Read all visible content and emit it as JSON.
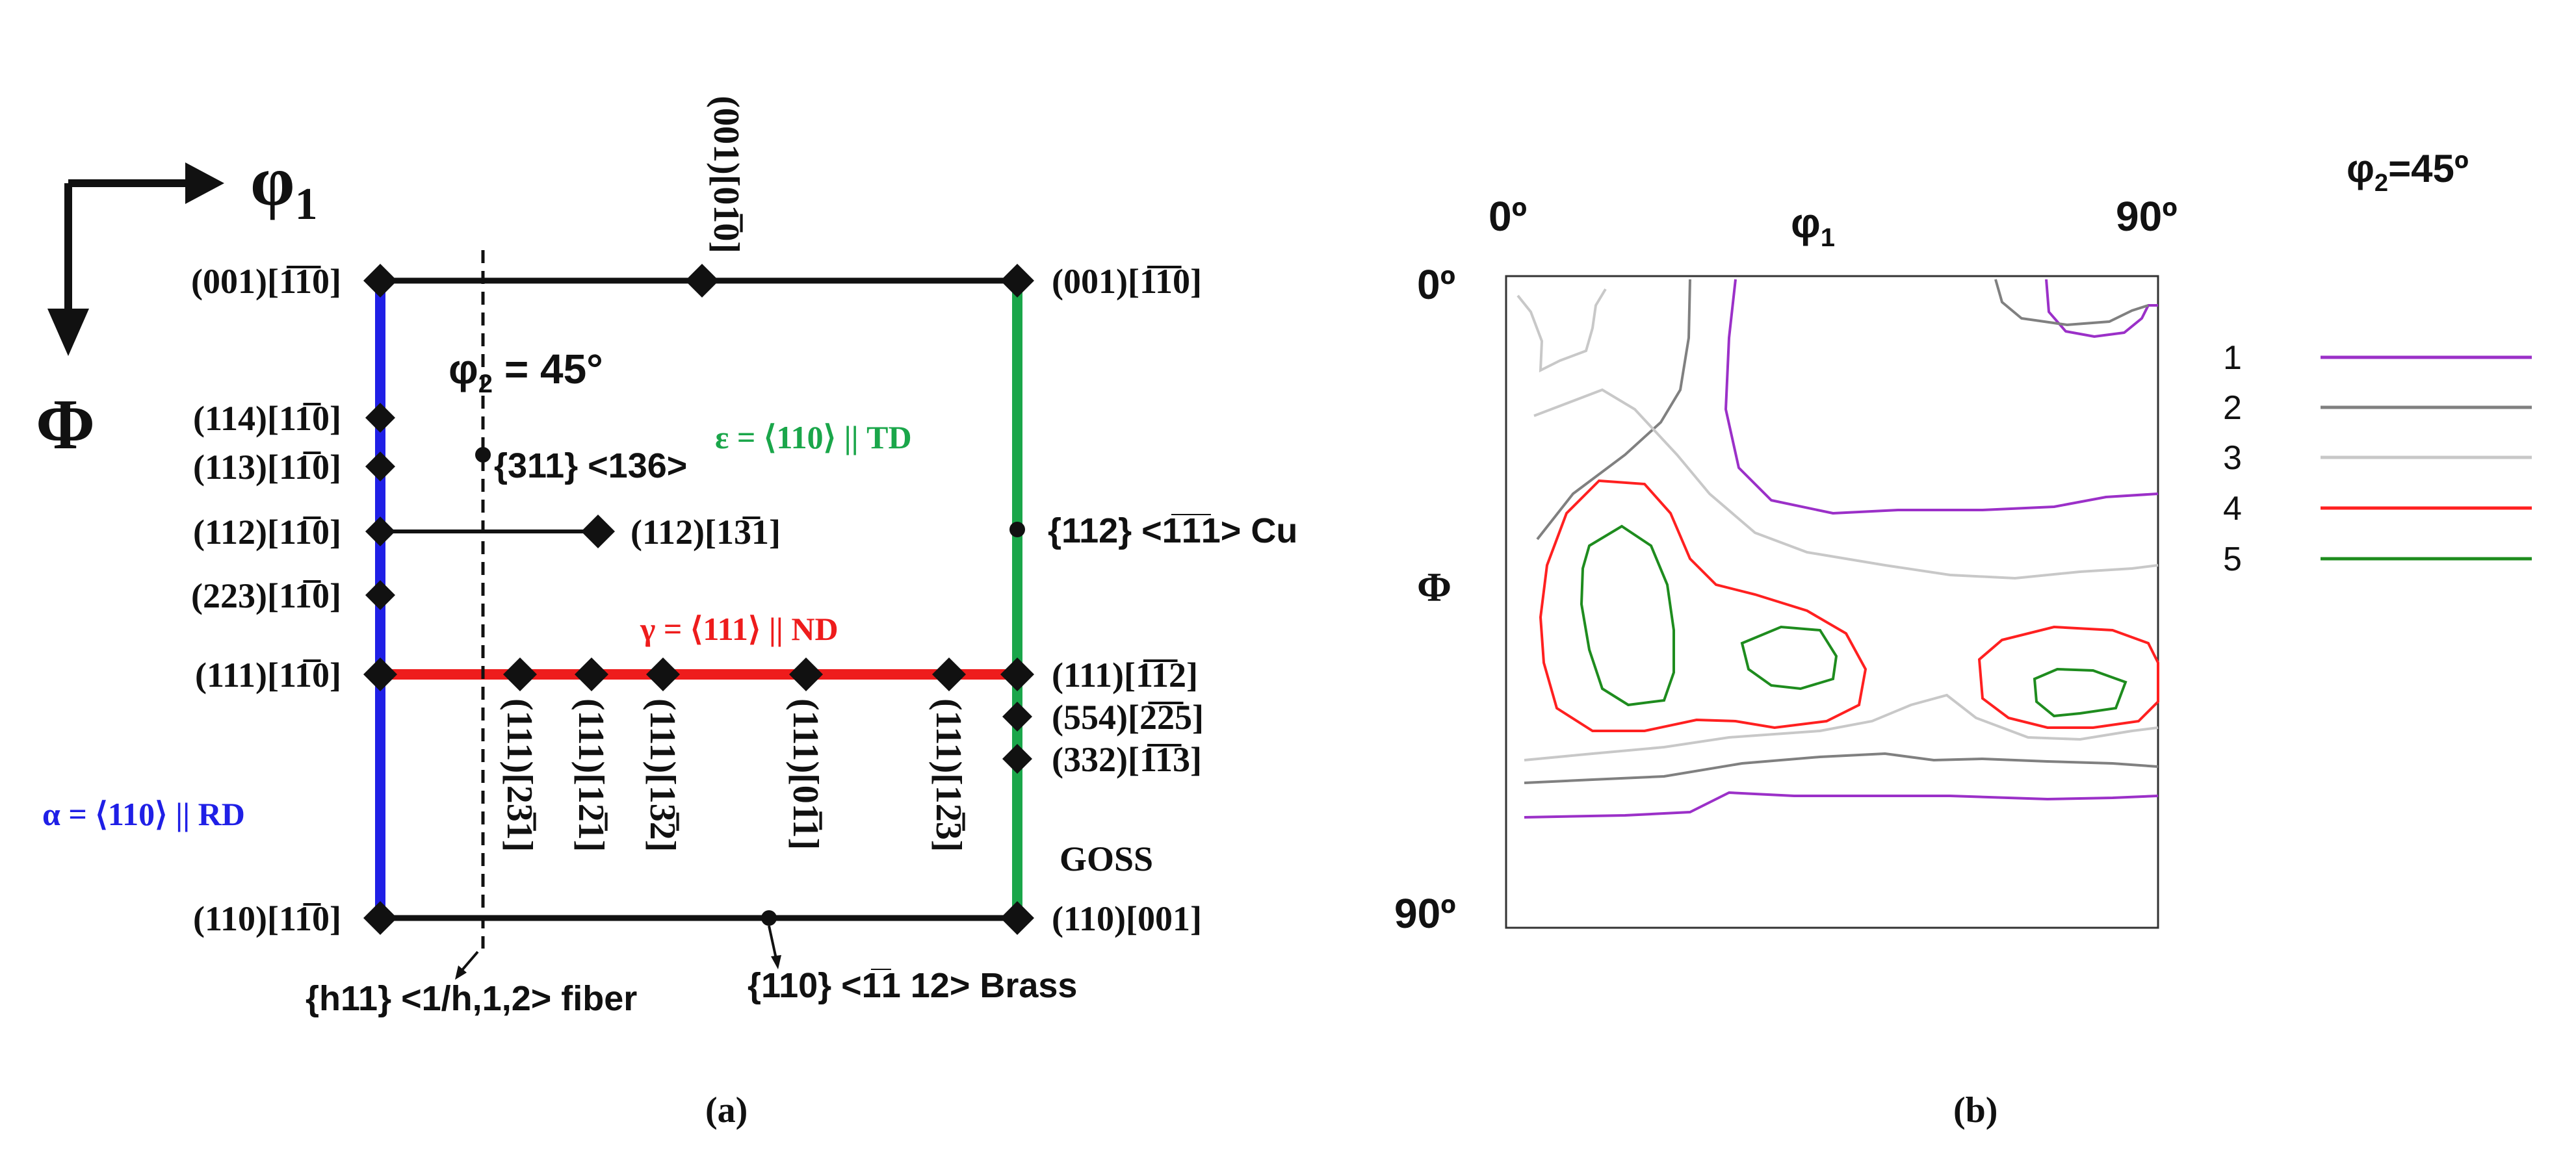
{
  "panel_a": {
    "caption": "(a)",
    "axis_phi1": "φ",
    "axis_phi1_sub": "1",
    "axis_Phi": "Φ",
    "phi2_prefix": "φ",
    "phi2_sub": "2",
    "phi2_value": " = 45°",
    "left_labels": [
      "(001)[1̅1̅0]",
      "(114)[11̅0]",
      "(113)[11̅0]",
      "(112)[11̅0]",
      "(223)[11̅0]",
      "(111)[11̅0]",
      "(110)[11̅0]"
    ],
    "right_labels": [
      "(001)[1̅1̅0]",
      "(111)[1̅1̅2]",
      "(554)[2̅2̅5]",
      "(332)[1̅1̅3]",
      "(110)[001]"
    ],
    "top_rotated_label": "(001)[01̅0]",
    "bottom_rotated_labels": [
      "(111)[23̅1]",
      "(111)[12̅1]",
      "(111)[13̅2]",
      "(111)[01̅1]",
      "(111)[12̅3]"
    ],
    "label_311": "{311} <136>",
    "label_112_131": "(112)[13̅1]",
    "label_cu": "{112} <1̅1̅1> Cu",
    "alpha_fiber": "α = ⟨110⟩ || RD",
    "gamma_fiber": "γ = ⟨111⟩ || ND",
    "epsilon_fiber": "ε = ⟨110⟩ || TD",
    "goss": "GOSS",
    "h11_fiber": "{h11} <1/h,1,2> fiber",
    "brass": "{110} <1̅1 12> Brass",
    "colors": {
      "alpha": "#1f1fe6",
      "gamma": "#ee1c1c",
      "epsilon": "#1aa64a"
    }
  },
  "panel_b": {
    "caption": "(b)",
    "title_prefix": "φ",
    "title_sub": "2",
    "title_value": "=45º",
    "x_start": "0º",
    "x_label": "φ",
    "x_label_sub": "1",
    "x_end": "90º",
    "y_start": "0º",
    "y_label": "Φ",
    "y_end": "90º",
    "legend": [
      {
        "label": "1",
        "color": "#9b30c8"
      },
      {
        "label": "2",
        "color": "#808080"
      },
      {
        "label": "3",
        "color": "#c8c8c8"
      },
      {
        "label": "4",
        "color": "#ff2020"
      },
      {
        "label": "5",
        "color": "#1e8c1e"
      }
    ]
  }
}
